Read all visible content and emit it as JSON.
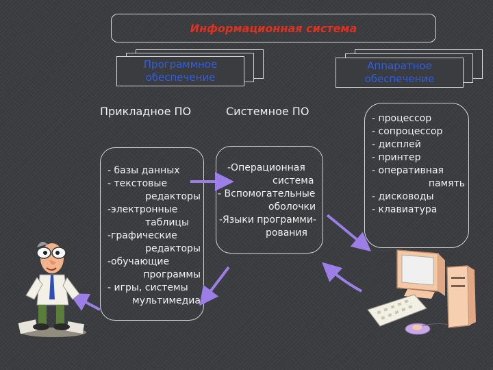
{
  "title": "Информационная система",
  "software_header": "Программное обеспечение",
  "hardware_header": "Аппаратное обеспечение",
  "applied_label": "Прикладное ПО",
  "system_label": "Системное ПО",
  "applied_list": [
    "- базы данных",
    "- текстовые",
    "редакторы",
    "-электронные",
    "таблицы",
    "-графические",
    "редакторы",
    "-обучающие",
    "программы",
    "- игры, системы",
    "мультимедиа"
  ],
  "system_list": [
    "-Операционная",
    "система",
    "- Вспомогательные",
    "оболочки",
    "-Языки программи-",
    "рования"
  ],
  "hardware_list": [
    "- процессор",
    "- сопроцессор",
    "- дисплей",
    "- принтер",
    "- оперативная",
    "память",
    "- дисководы",
    "- клавиатура"
  ],
  "colors": {
    "title_text": "#e0311f",
    "header_text": "#2f5fe0",
    "arrow": "#9b7fe6",
    "background": "#3b3c40"
  }
}
